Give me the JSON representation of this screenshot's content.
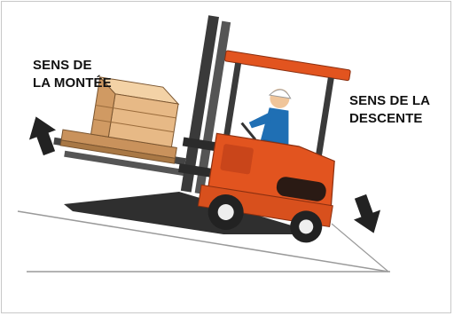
{
  "labels": {
    "uphill_line1": "SENS DE",
    "uphill_line2": "LA MONTÉE",
    "downhill_line1": "SENS DE LA",
    "downhill_line2": "DESCENTE"
  },
  "colors": {
    "forklift_body": "#e2541f",
    "forklift_roof": "#e2541f",
    "mast": "#3a3a3a",
    "pallet_boxes": "#e7b986",
    "operator": "#1f6fb4",
    "tires": "#222222",
    "arrows": "#222222",
    "slope_line": "#9a9a9a"
  },
  "icons": {
    "uphill_arrow": "arrow-up-left-icon",
    "downhill_arrow": "arrow-down-right-icon"
  }
}
